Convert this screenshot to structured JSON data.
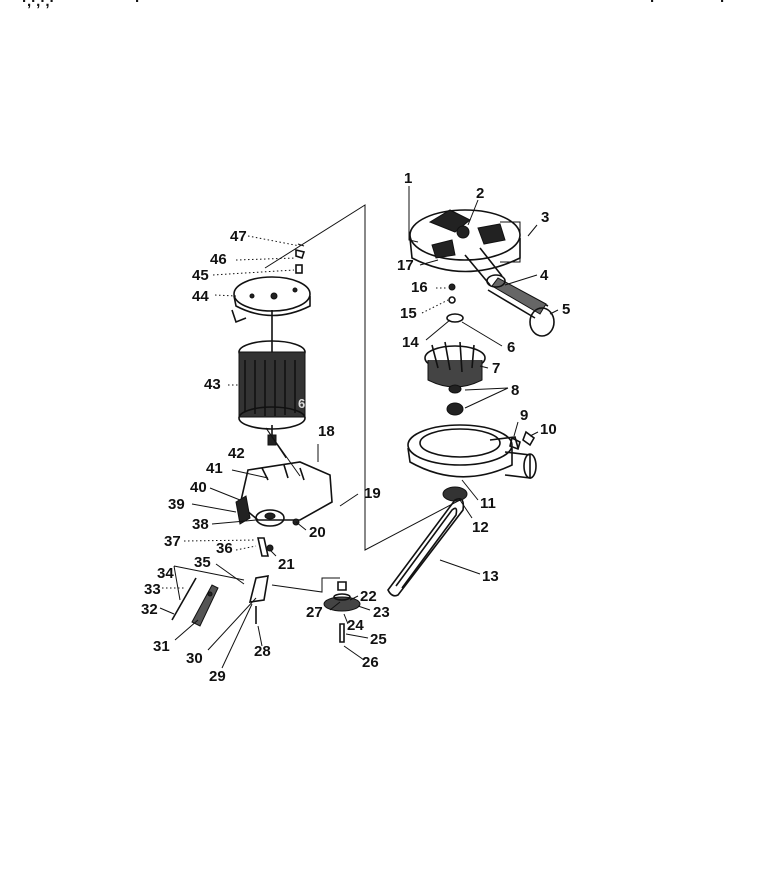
{
  "diagram": {
    "part_numbers": [
      "1",
      "2",
      "3",
      "4",
      "5",
      "6",
      "7",
      "8",
      "9",
      "10",
      "11",
      "12",
      "13",
      "14",
      "15",
      "16",
      "17",
      "18",
      "19",
      "20",
      "21",
      "22",
      "23",
      "24",
      "25",
      "26",
      "27",
      "28",
      "29",
      "30",
      "31",
      "32",
      "33",
      "34",
      "35",
      "36",
      "37",
      "38",
      "39",
      "40",
      "41",
      "42",
      "43",
      "44",
      "45",
      "46",
      "47"
    ],
    "top_margin_marks": [
      "·,·,·,·",
      "·",
      "·",
      "·"
    ],
    "motor_window_char": "6"
  }
}
